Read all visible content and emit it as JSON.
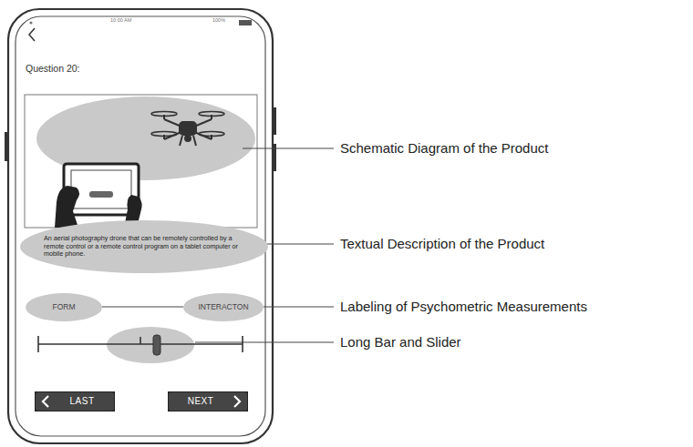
{
  "diagram": {
    "nodes": [
      {
        "text": [
          "An aerial photography drone that can be remotely controlled by a remote control or a remote control program on a tablet computer or mobile phone."
        ]
      },
      {
        "text": [
          "FORM"
        ]
      },
      {
        "text": [
          "INTERACTON"
        ]
      },
      {
        "text": [
          "LAST"
        ]
      },
      {
        "text": [
          "NEXT"
        ]
      }
    ],
    "labels": [
      "10:00 AM",
      "100%",
      "Question 20:",
      "Schematic Diagram of the Product",
      "Textual Description of the Product",
      "Labeling of Psychometric Measurements",
      "Long Bar and Slider"
    ]
  }
}
